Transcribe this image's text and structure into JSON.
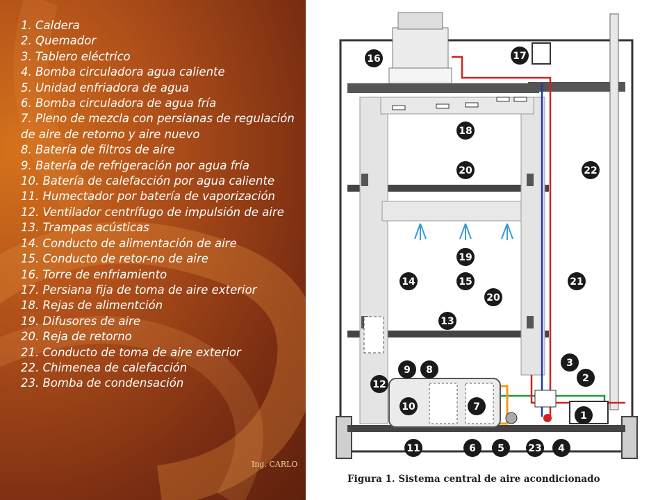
{
  "legend": {
    "items": [
      "1. Caldera",
      "2. Quemador",
      "3. Tablero eléctrico",
      "4. Bomba circuladora agua caliente",
      "5. Unidad enfriadora de agua",
      "6. Bomba circuladora de agua fría",
      "7. Pleno de mezcla con persianas de regulación de aire de retorno y aire nuevo",
      "8. Batería de filtros de aire",
      "9. Batería de refrigeración por agua fría",
      "10. Batería de calefacción por agua caliente",
      "11. Humectador por batería de vaporización",
      "12. Ventilador centrífugo de impulsión de aire",
      "13. Trampas acústicas",
      "14. Conducto de alimentación de aire",
      "15. Conducto de retor-no de aire",
      "16. Torre de enfriamiento",
      "17. Persiana fija de toma de aire exterior",
      "18. Rejas de alimentción",
      "19. Difusores de aire",
      "20. Reja de retorno",
      "21. Conducto de toma de aire exterior",
      "22. Chimenea de calefacción",
      "23. Bomba de condensación"
    ]
  },
  "footer": {
    "credit": "Ing. CARLO"
  },
  "figure": {
    "caption": "Figura 1. Sistema central de aire acondicionado",
    "markers": [
      "16",
      "17",
      "18",
      "22",
      "20",
      "19",
      "14",
      "15",
      "21",
      "20",
      "13",
      "9",
      "8",
      "3",
      "2",
      "12",
      "10",
      "7",
      "1",
      "11",
      "6",
      "5",
      "23",
      "4"
    ]
  },
  "colors": {
    "background_orange": "#c45e1b",
    "hot_pipe": "#d42020",
    "cold_pipe": "#1e3aa8",
    "green_pipe": "#1f9a3a",
    "orange_pipe": "#f29a17",
    "diffuser_blue": "#3a9ad9"
  }
}
